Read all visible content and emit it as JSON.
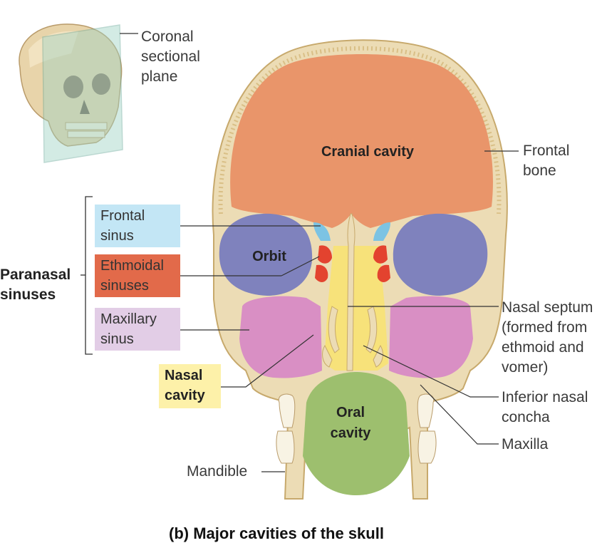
{
  "figure": {
    "caption": "(b) Major cavities of the skull",
    "inset": {
      "plane_label": "Coronal\nsectional\nplane"
    },
    "cavities": {
      "cranial": "Cranial cavity",
      "orbit": "Orbit",
      "oral": "Oral\ncavity"
    },
    "bones": {
      "frontal": "Frontal\nbone",
      "mandible": "Mandible",
      "maxilla": "Maxilla"
    },
    "sinus_group": {
      "label": "Paranasal\nsinuses",
      "items": [
        {
          "label": "Frontal\nsinus",
          "color": "#c3e6f5"
        },
        {
          "label": "Ethmoidal\nsinuses",
          "color": "#e26a4a"
        },
        {
          "label": "Maxillary\nsinus",
          "color": "#e2cde6"
        }
      ]
    },
    "nasal_cavity": {
      "label": "Nasal\ncavity",
      "color": "#fdf1a9"
    },
    "right_labels": {
      "nasal_septum": "Nasal septum\n(formed from\nethmoid and\nvomer)",
      "inferior_concha": "Inferior nasal\nconcha"
    },
    "colors": {
      "bone": "#ecdcb5",
      "cranial": "#e9956a",
      "orbit": "#7f82bd",
      "maxillary": "#d98fc4",
      "frontal_sinus": "#7cc3e3",
      "ethmoid": "#e3432f",
      "nasal": "#f7e27a",
      "oral": "#9dbf6e"
    }
  }
}
